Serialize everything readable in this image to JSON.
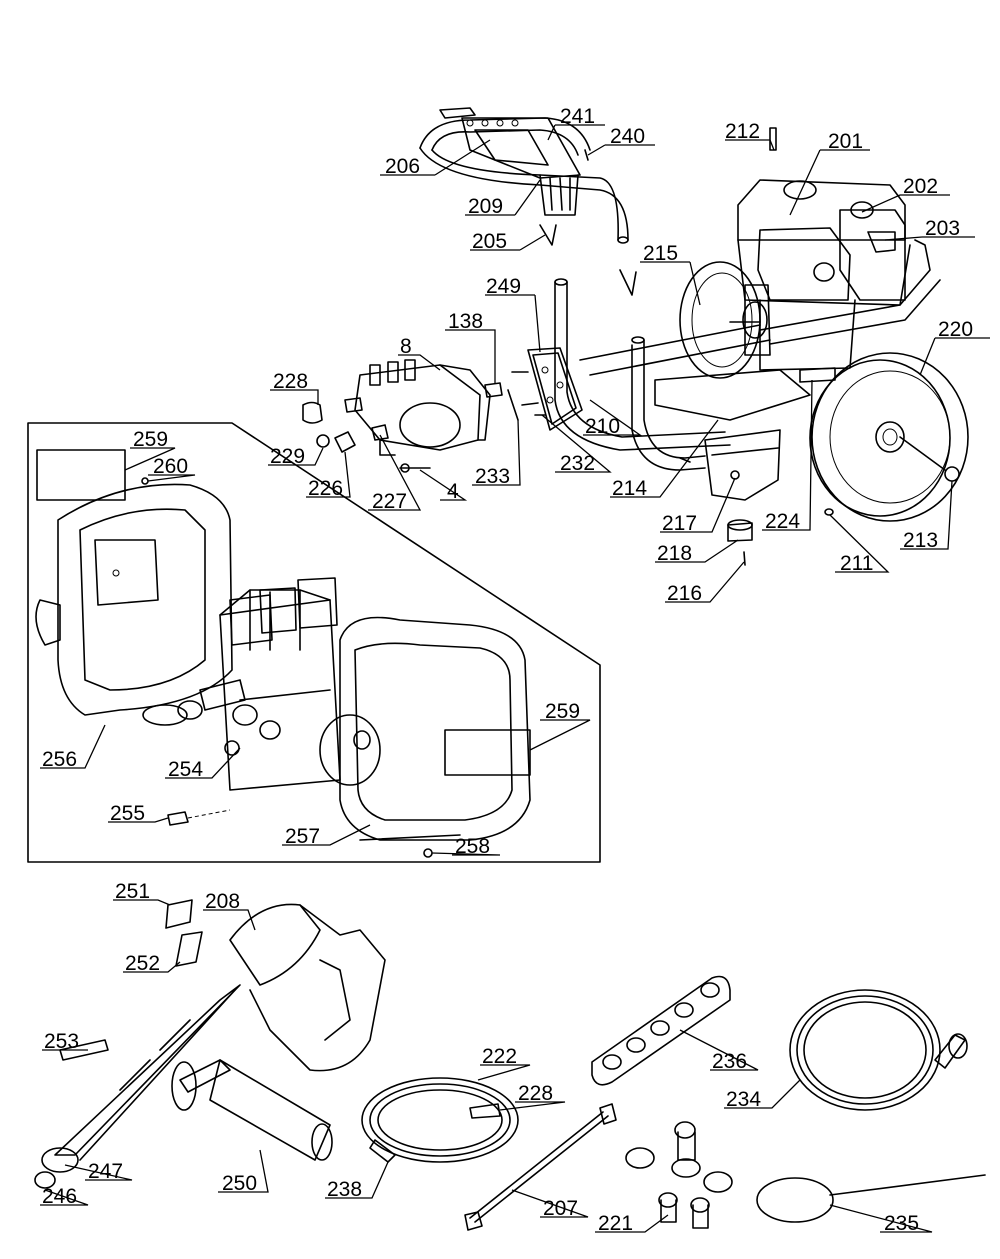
{
  "callouts": {
    "p201": "201",
    "p202": "202",
    "p203": "203",
    "p212": "212",
    "p241": "241",
    "p240": "240",
    "p206": "206",
    "p209": "209",
    "p205": "205",
    "p215": "215",
    "p249": "249",
    "p220": "220",
    "p8": "8",
    "p138": "138",
    "p228a": "228",
    "p229": "229",
    "p226": "226",
    "p227": "227",
    "p4": "4",
    "p233": "233",
    "p232": "232",
    "p210": "210",
    "p214": "214",
    "p217": "217",
    "p224": "224",
    "p218": "218",
    "p216": "216",
    "p211": "211",
    "p213": "213",
    "p259a": "259",
    "p260": "260",
    "p259b": "259",
    "p256": "256",
    "p254": "254",
    "p255": "255",
    "p257": "257",
    "p258": "258",
    "p251": "251",
    "p208": "208",
    "p252": "252",
    "p253": "253",
    "p247": "247",
    "p246": "246",
    "p250": "250",
    "p222": "222",
    "p228b": "228",
    "p238": "238",
    "p207": "207",
    "p236": "236",
    "p234": "234",
    "p221": "221",
    "p235": "235"
  }
}
